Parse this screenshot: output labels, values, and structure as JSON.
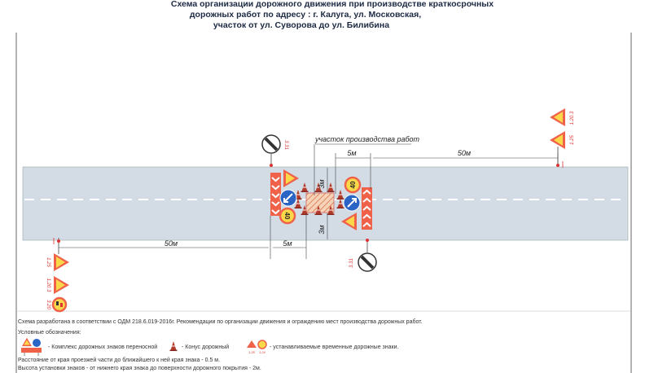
{
  "title": {
    "line1": "Схема организации дорожного движения при производстве краткосрочных",
    "line2": "дорожных работ по адресу : г. Калуга, ул. Московская,",
    "line3": "участок от ул. Суворова до ул. Билибина"
  },
  "scheme": {
    "work_zone_label": "участок производства работ",
    "dim_5m_right": "5м",
    "dim_50m_right": "50м",
    "dim_50m_left": "50м",
    "dim_5m_left": "5м",
    "dim_3m_top": "3м",
    "dim_3m_bottom": "3м",
    "speed_limit": "40",
    "sign_labels": {
      "end_restrictions_top": "3.31",
      "end_restrictions_bottom": "3.31",
      "left_men_at_work": "1.25",
      "left_narrowing": "1.20.3",
      "left_no_overtaking": "3.20",
      "right_narrowing": "1.20.3",
      "right_men_at_work": "1.25"
    }
  },
  "notes": {
    "basis": "Схема разработана в соответствии с ОДМ 218.6.019-2016г. Рекомендации по организации движения и ограждению мест производства дорожных работ.",
    "legend_title": "Условные обозначения:",
    "legend": [
      {
        "icon": "portable-sign-set-icon",
        "label": "- Комплекс дорожных знаков переносной"
      },
      {
        "icon": "traffic-cone-icon",
        "label": "- Конус дорожный"
      },
      {
        "icon": "temporary-signs-icon",
        "label": "- устанавливаемые временные дорожные знаки.",
        "sub1": "1.25",
        "sub2": "3.24"
      }
    ],
    "distance": "Расстояние от края проезжей части до ближайшего к ней края знака - 0.5 м.",
    "height": "Высота установки знаков -  от нижнего края знака до поверхности дорожного покрытия - 2м."
  },
  "colors": {
    "road": "#d3dbe4",
    "sign_red": "#f0614a",
    "sign_yellow": "#fbd84a",
    "sign_blue": "#2a64c4"
  }
}
